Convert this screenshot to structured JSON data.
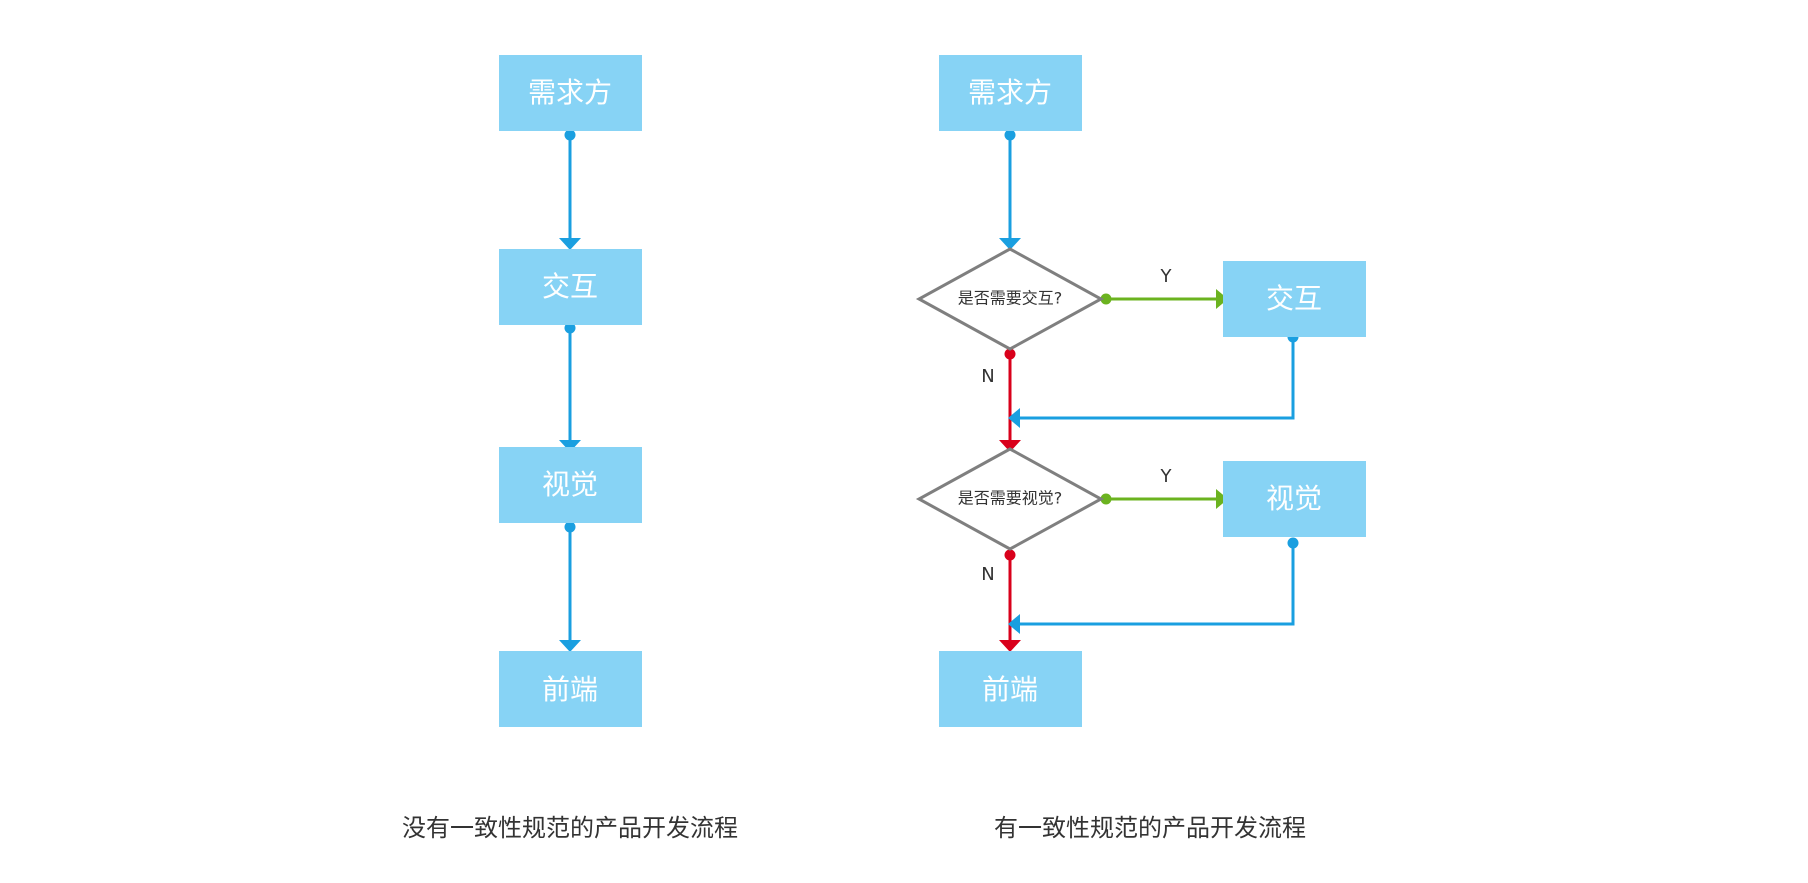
{
  "colors": {
    "box_fill": "#87d3f5",
    "flow_blue": "#1a9fe0",
    "yes_green": "#6bb31f",
    "no_red": "#d9001b",
    "diamond_stroke": "#7f7f7f",
    "text_dark": "#333333"
  },
  "left_flow": {
    "caption": "没有一致性规范的产品开发流程",
    "nodes": {
      "demand": "需求方",
      "interaction": "交互",
      "visual": "视觉",
      "frontend": "前端"
    }
  },
  "right_flow": {
    "caption": "有一致性规范的产品开发流程",
    "nodes": {
      "demand": "需求方",
      "interaction": "交互",
      "visual": "视觉",
      "frontend": "前端"
    },
    "decisions": {
      "need_interaction": "是否需要交互?",
      "need_visual": "是否需要视觉?"
    },
    "branch_labels": {
      "yes_1": "Y",
      "no_1": "N",
      "yes_2": "Y",
      "no_2": "N"
    }
  }
}
